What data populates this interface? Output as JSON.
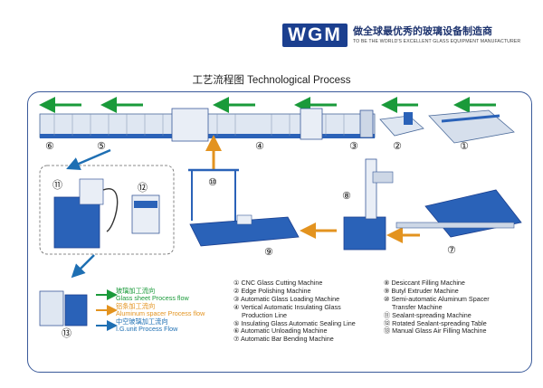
{
  "brand": {
    "logo_text": "WGM",
    "tagline_cn": "做全球最优秀的玻璃设备制造商",
    "tagline_en": "TO BE THE WORLD'S EXCELLENT GLASS EQUIPMENT MANUFACTURER"
  },
  "title": "工艺流程图 Technological Process",
  "station_numbers": [
    "⑥",
    "⑤",
    "④",
    "③",
    "②",
    "①",
    "⑩",
    "⑧",
    "⑦",
    "⑨",
    "⑪",
    "⑫",
    "⑬"
  ],
  "machines_left": [
    "① CNC Glass Cutting Machine",
    "② Edge Polishing Machine",
    "③ Automatic Glass Loading Machine",
    "④ Vertical Automatic Insulating Glass",
    "Production Line",
    "⑤ Insulating Glass Automatic Sealing Line",
    "⑥ Automatic Unloading Machine",
    "⑦ Automatic Bar Bending Machine"
  ],
  "machines_right": [
    "⑧ Desiccant Filling Machine",
    "⑨ Butyl Extruder Machine",
    "⑩ Semi-automatic Aluminum Spacer",
    "Transfer Machine",
    "⑪ Sealant-spreading Machine",
    "⑫ Rotated Sealant-spreading Table",
    "⑬ Manual Glass Air Filling Machine"
  ],
  "flow_legend": [
    {
      "cn": "玻璃加工流向",
      "en": "Glass sheet Process flow",
      "color": "#1a9a3a"
    },
    {
      "cn": "铝条加工流向",
      "en": "Aluminum spacer Process flow",
      "color": "#e3931f"
    },
    {
      "cn": "中空玻璃加工流向",
      "en": "I.G.unit  Process Flow",
      "color": "#1e6fb3"
    }
  ],
  "colors": {
    "green": "#1a9a3a",
    "orange": "#e3931f",
    "blue": "#1e6fb3",
    "frame": "#3a5a9a",
    "machine": "#2a62b8"
  }
}
